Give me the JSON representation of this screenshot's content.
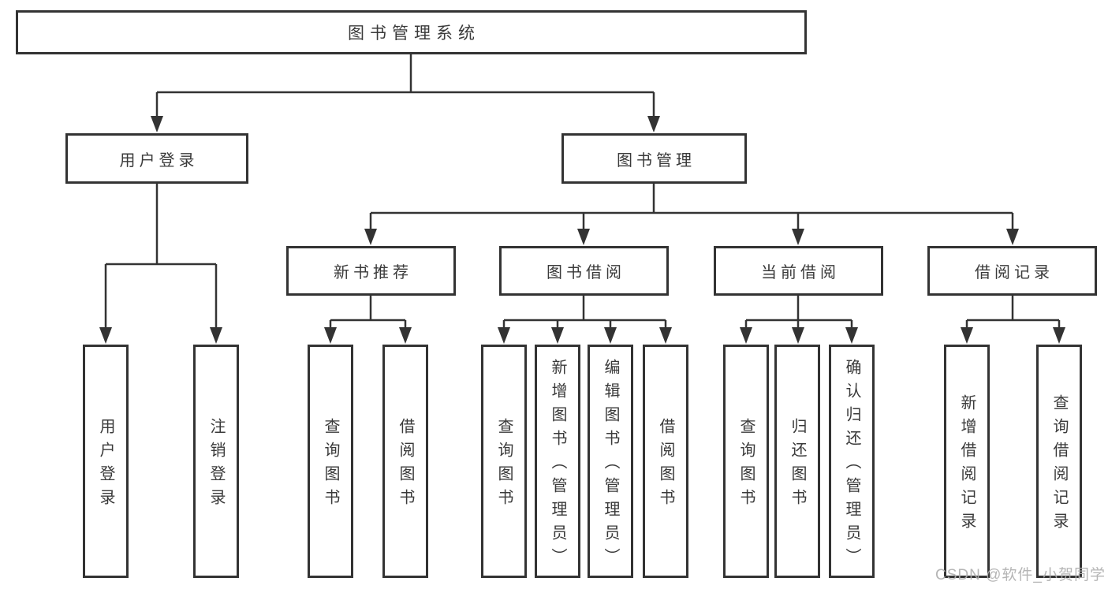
{
  "diagram_title": "图书管理系统",
  "tree": {
    "label": "图书管理系统",
    "children": [
      {
        "label": "用户登录",
        "children": [
          {
            "label": "用户登录"
          },
          {
            "label": "注销登录"
          }
        ]
      },
      {
        "label": "图书管理",
        "children": [
          {
            "label": "新书推荐",
            "children": [
              {
                "label": "查询图书"
              },
              {
                "label": "借阅图书"
              }
            ]
          },
          {
            "label": "图书借阅",
            "children": [
              {
                "label": "查询图书"
              },
              {
                "label": "新增图书（管理员）"
              },
              {
                "label": "编辑图书（管理员）"
              },
              {
                "label": "借阅图书"
              }
            ]
          },
          {
            "label": "当前借阅",
            "children": [
              {
                "label": "查询图书"
              },
              {
                "label": "归还图书"
              },
              {
                "label": "确认归还（管理员）"
              }
            ]
          },
          {
            "label": "借阅记录",
            "children": [
              {
                "label": "新增借阅记录"
              },
              {
                "label": "查询借阅记录"
              }
            ]
          }
        ]
      }
    ]
  },
  "watermark": {
    "text": "CSDN @软件_小贺同学"
  },
  "colors": {
    "line": "#333333",
    "box_border": "#333333",
    "text": "#3a3a3a",
    "watermark": "#afafaf",
    "background": "#ffffff"
  }
}
